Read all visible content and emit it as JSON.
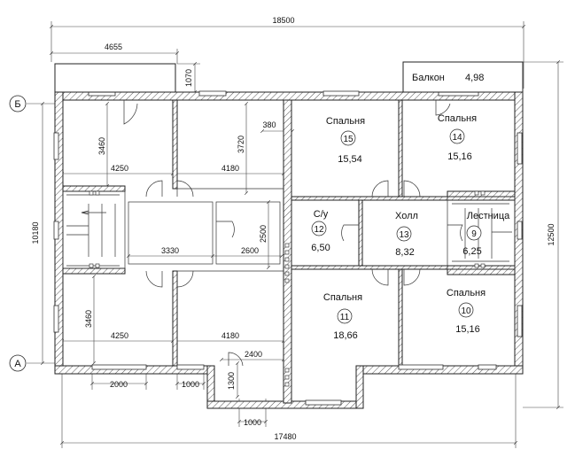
{
  "dimensions": {
    "overall_top": "18500",
    "balcony_width": "4655",
    "balcony_depth": "1070",
    "right_total": "12500",
    "left_total": "10180",
    "upper_room_depth": "3460",
    "lower_room_depth": "3460",
    "room_w_left_upper": "4250",
    "room_w_mid_upper": "4180",
    "mid_depth": "3720",
    "corridor": "380",
    "stair_width": "3330",
    "bath_width": "2600",
    "bath_depth": "2500",
    "room_w_left_lower": "4250",
    "room_w_mid_lower": "4180",
    "porch_width": "2400",
    "porch_depth": "1300",
    "win_w_1": "2000",
    "win_w_2": "1000",
    "door_w": "1000",
    "overall_bottom": "17480"
  },
  "axes": {
    "top": "Б",
    "bottom": "А"
  },
  "balcony": {
    "name": "Балкон",
    "area": "4,98"
  },
  "rooms": [
    {
      "num": "15",
      "name": "Спальня",
      "area": "15,54"
    },
    {
      "num": "14",
      "name": "Спальня",
      "area": "15,16"
    },
    {
      "num": "12",
      "name": "С/у",
      "area": "6,50"
    },
    {
      "num": "13",
      "name": "Холл",
      "area": "8,32"
    },
    {
      "num": "9",
      "name": "Лестница",
      "area": "6,25"
    },
    {
      "num": "11",
      "name": "Спальня",
      "area": "18,66"
    },
    {
      "num": "10",
      "name": "Спальня",
      "area": "15,16"
    }
  ]
}
